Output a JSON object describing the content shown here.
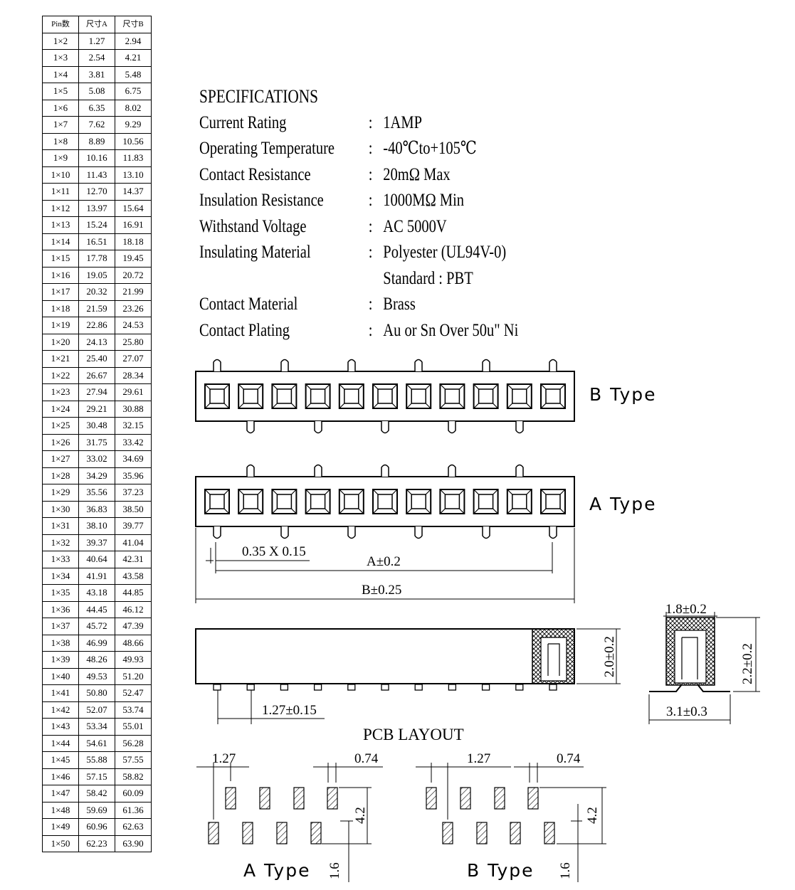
{
  "table": {
    "headers": [
      "Pin数",
      "尺寸A",
      "尺寸B"
    ],
    "rows": [
      [
        "1×2",
        "1.27",
        "2.94"
      ],
      [
        "1×3",
        "2.54",
        "4.21"
      ],
      [
        "1×4",
        "3.81",
        "5.48"
      ],
      [
        "1×5",
        "5.08",
        "6.75"
      ],
      [
        "1×6",
        "6.35",
        "8.02"
      ],
      [
        "1×7",
        "7.62",
        "9.29"
      ],
      [
        "1×8",
        "8.89",
        "10.56"
      ],
      [
        "1×9",
        "10.16",
        "11.83"
      ],
      [
        "1×10",
        "11.43",
        "13.10"
      ],
      [
        "1×11",
        "12.70",
        "14.37"
      ],
      [
        "1×12",
        "13.97",
        "15.64"
      ],
      [
        "1×13",
        "15.24",
        "16.91"
      ],
      [
        "1×14",
        "16.51",
        "18.18"
      ],
      [
        "1×15",
        "17.78",
        "19.45"
      ],
      [
        "1×16",
        "19.05",
        "20.72"
      ],
      [
        "1×17",
        "20.32",
        "21.99"
      ],
      [
        "1×18",
        "21.59",
        "23.26"
      ],
      [
        "1×19",
        "22.86",
        "24.53"
      ],
      [
        "1×20",
        "24.13",
        "25.80"
      ],
      [
        "1×21",
        "25.40",
        "27.07"
      ],
      [
        "1×22",
        "26.67",
        "28.34"
      ],
      [
        "1×23",
        "27.94",
        "29.61"
      ],
      [
        "1×24",
        "29.21",
        "30.88"
      ],
      [
        "1×25",
        "30.48",
        "32.15"
      ],
      [
        "1×26",
        "31.75",
        "33.42"
      ],
      [
        "1×27",
        "33.02",
        "34.69"
      ],
      [
        "1×28",
        "34.29",
        "35.96"
      ],
      [
        "1×29",
        "35.56",
        "37.23"
      ],
      [
        "1×30",
        "36.83",
        "38.50"
      ],
      [
        "1×31",
        "38.10",
        "39.77"
      ],
      [
        "1×32",
        "39.37",
        "41.04"
      ],
      [
        "1×33",
        "40.64",
        "42.31"
      ],
      [
        "1×34",
        "41.91",
        "43.58"
      ],
      [
        "1×35",
        "43.18",
        "44.85"
      ],
      [
        "1×36",
        "44.45",
        "46.12"
      ],
      [
        "1×37",
        "45.72",
        "47.39"
      ],
      [
        "1×38",
        "46.99",
        "48.66"
      ],
      [
        "1×39",
        "48.26",
        "49.93"
      ],
      [
        "1×40",
        "49.53",
        "51.20"
      ],
      [
        "1×41",
        "50.80",
        "52.47"
      ],
      [
        "1×42",
        "52.07",
        "53.74"
      ],
      [
        "1×43",
        "53.34",
        "55.01"
      ],
      [
        "1×44",
        "54.61",
        "56.28"
      ],
      [
        "1×45",
        "55.88",
        "57.55"
      ],
      [
        "1×46",
        "57.15",
        "58.82"
      ],
      [
        "1×47",
        "58.42",
        "60.09"
      ],
      [
        "1×48",
        "59.69",
        "61.36"
      ],
      [
        "1×49",
        "60.96",
        "62.63"
      ],
      [
        "1×50",
        "62.23",
        "63.90"
      ]
    ]
  },
  "specs": {
    "title": "SPECIFICATIONS",
    "rows": [
      {
        "label": "Current Rating",
        "value": "1AMP"
      },
      {
        "label": "Operating Temperature",
        "value": "-40℃to+105℃"
      },
      {
        "label": "Contact Resistance",
        "value": "20mΩ  Max"
      },
      {
        "label": "Insulation Resistance",
        "value": "1000MΩ  Min"
      },
      {
        "label": "Withstand Voltage",
        "value": "AC 5000V"
      },
      {
        "label": "Insulating Material",
        "value": "Polyester (UL94V-0)"
      },
      {
        "label": "",
        "value": "Standard : PBT"
      },
      {
        "label": "Contact Material",
        "value": "Brass"
      },
      {
        "label": "Contact Plating",
        "value": "Au or Sn Over 50u\" Ni"
      }
    ]
  },
  "labels": {
    "b_type": "B  Type",
    "a_type": "A  Type",
    "lead_size": "0.35 X 0.15",
    "dim_a": "A±0.2",
    "dim_b": "B±0.25",
    "pitch": "1.27±0.15",
    "height_2": "2.0±0.2",
    "side_top": "1.8±0.2",
    "side_height": "2.2±0.2",
    "side_bottom": "3.1±0.3",
    "pcb_title": "PCB LAYOUT",
    "pcb_pitch": "1.27",
    "pcb_pad": "0.74",
    "pcb_row": "4.2",
    "pcb_len": "1.6",
    "pcb_a": "A  Type",
    "pcb_b": "B  Type"
  }
}
